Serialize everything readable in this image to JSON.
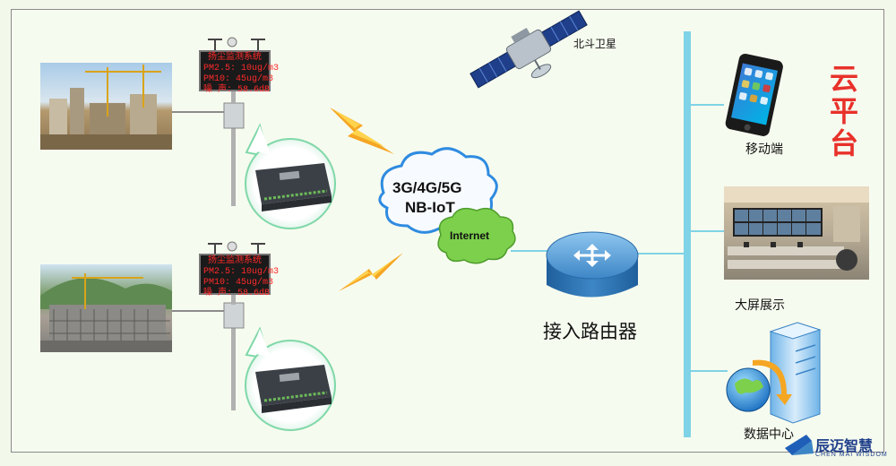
{
  "satellite_label": "北斗卫星",
  "network_cloud": {
    "line1": "3G/4G/5G",
    "line2": "NB-IoT"
  },
  "internet_label": "Internet",
  "router_label": "接入路由器",
  "cloud_platform_label": "云平台",
  "mobile_label": "移动端",
  "big_screen_label": "大屏展示",
  "data_center_label": "数据中心",
  "brand": {
    "name": "辰迈智慧",
    "subtitle": "CHEN MAI WISDOM"
  },
  "displays": [
    {
      "title": "扬尘监测系统",
      "line1": "PM2.5: 10ug/m3",
      "line2": "PM10:  45ug/m3",
      "line3": "噪 声:  58.6dB"
    },
    {
      "title": "扬尘监测系统",
      "line1": "PM2.5: 10ug/m3",
      "line2": "PM10:  45ug/m3",
      "line3": "噪 声:  58.6dB"
    }
  ],
  "colors": {
    "bus": "#7fd3e6",
    "router": "#3d86c6",
    "internet_cloud": "#7cd04c",
    "cloud_platform_text": "#e8312a",
    "led_text": "#ff2a2a",
    "bolt": "#f5a623"
  }
}
